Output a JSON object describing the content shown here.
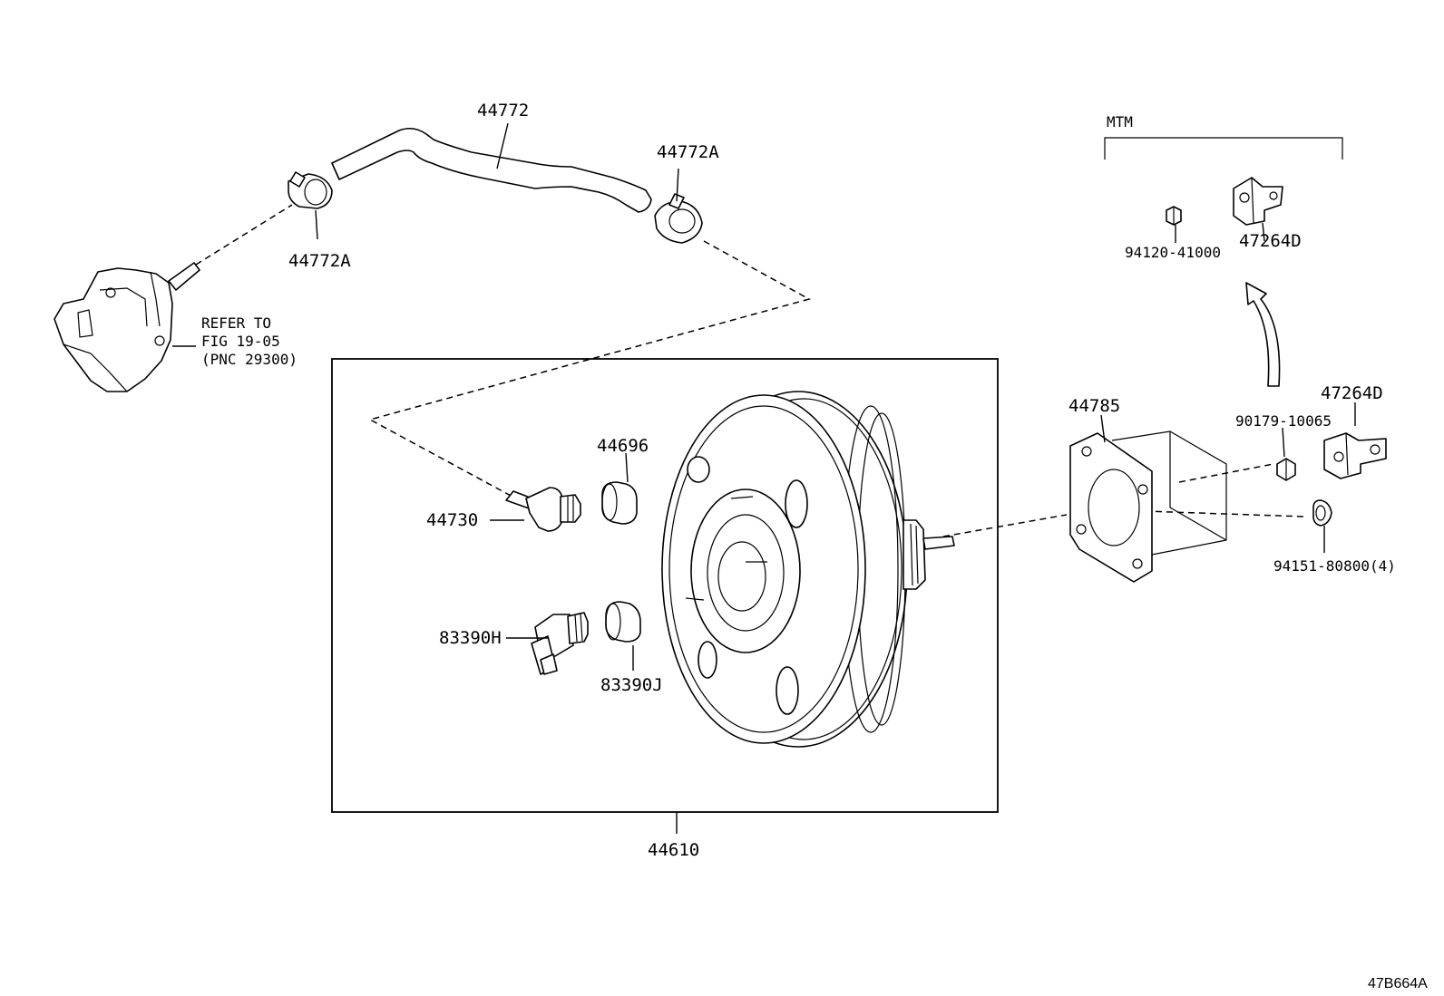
{
  "diagram": {
    "group_label": "MTM",
    "reference_note": [
      "REFER TO",
      "FIG 19-05",
      "(PNC 29300)"
    ],
    "drawing_id": "47B664A",
    "callouts": {
      "hose": "44772",
      "clamp_left": "44772A",
      "clamp_right": "44772A",
      "gasket": "44785",
      "booster_assy": "44610",
      "seal_upper": "44696",
      "check_valve": "44730",
      "sensor": "83390H",
      "seal_lower": "83390J",
      "bracket_mtm": "47264D",
      "bracket": "47264D",
      "nut_mtm": "94120-41000",
      "nut": "90179-10065",
      "nut_qty": "94151-80800(4)"
    }
  }
}
